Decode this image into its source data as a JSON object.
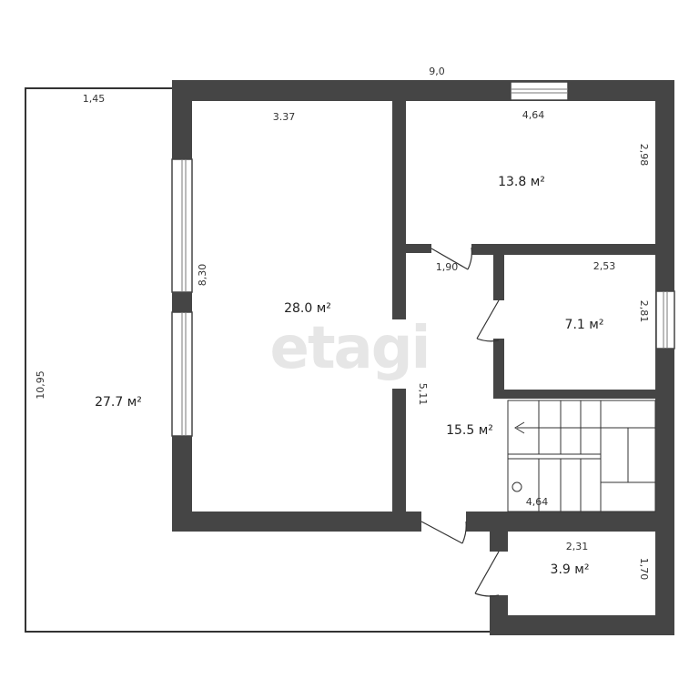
{
  "colors": {
    "wall": "#454545",
    "thin_line": "#333333",
    "watermark": "#e6e6e6",
    "window": "#ffffff"
  },
  "watermark": "etagi",
  "dimensions": {
    "top_total": "9,0",
    "left_room_top": "1,45",
    "left_room_height": "10,95",
    "big_room_top": "3.37",
    "big_room_height": "8,30",
    "top_right_top": "4,64",
    "top_right_height": "2,98",
    "corridor_door": "1,90",
    "small_room_top": "2,53",
    "small_room_height": "2,81",
    "hall_height": "5,11",
    "stairs_width": "4,64",
    "bath_top": "2,31",
    "bath_height": "1,70"
  },
  "areas": {
    "left_room": "27.7 м²",
    "big_room": "28.0 м²",
    "top_right_room": "13.8 м²",
    "small_room": "7.1 м²",
    "hall": "15.5 м²",
    "bath": "3.9 м²"
  }
}
